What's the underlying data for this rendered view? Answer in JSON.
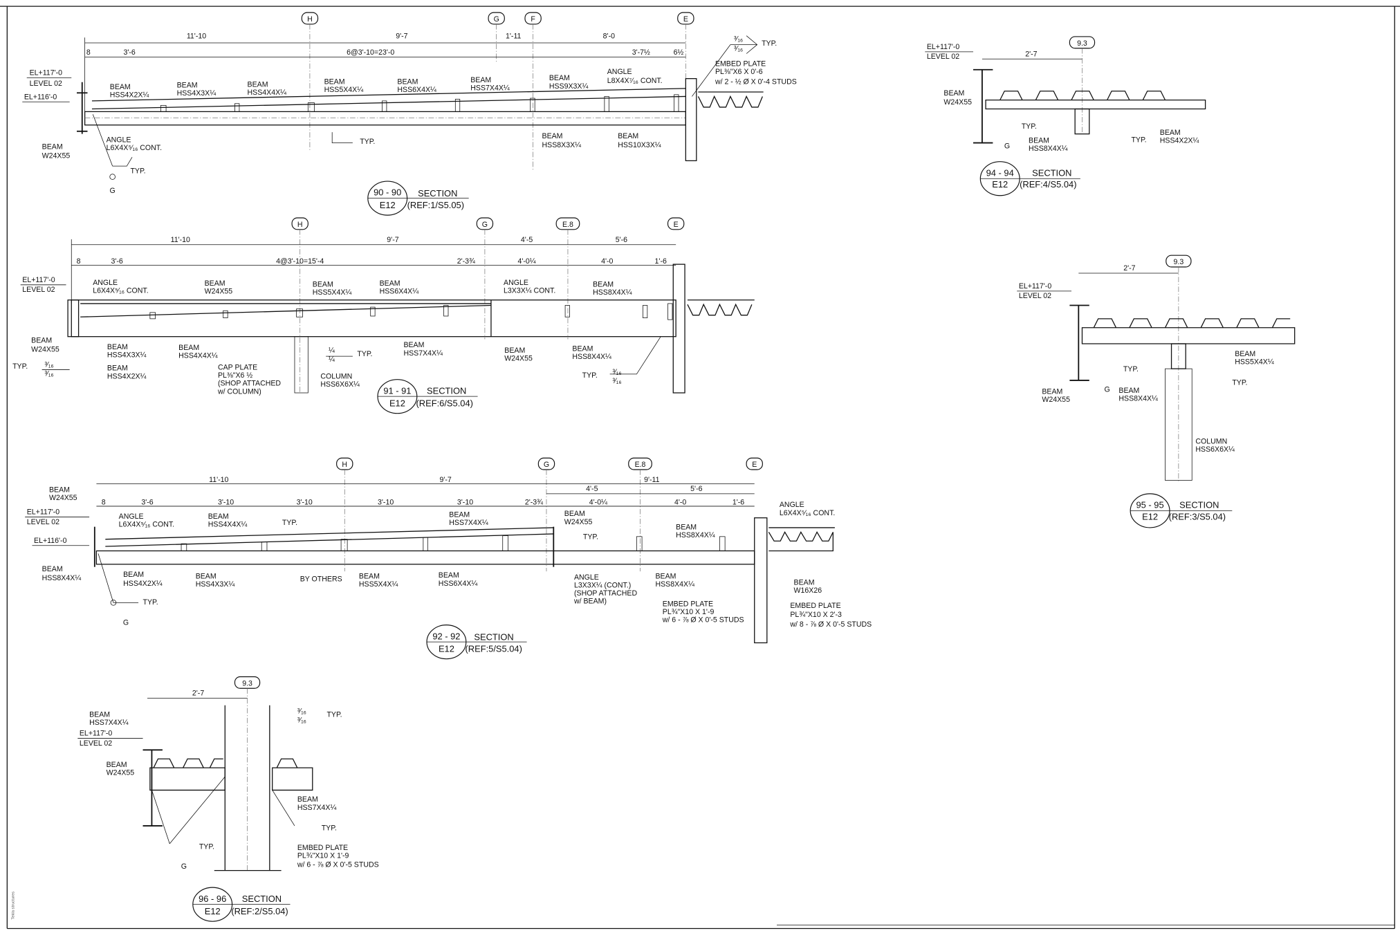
{
  "common": {
    "beam": "BEAM",
    "typ": "TYP.",
    "g": "G",
    "section": "SECTION",
    "level": "LEVEL 02",
    "el117": "EL+117'-0",
    "el116": "EL+116'-0",
    "w24": "W24X55",
    "angle": "ANGLE",
    "column": "COLUMN",
    "embed": "EMBED PLATE",
    "weld316": "³⁄₁₆",
    "weld14": "¼",
    "sheet": "E12",
    "watermark": "Tekla structures"
  },
  "s90": {
    "grids": [
      "H",
      "G",
      "F",
      "E"
    ],
    "dims1": [
      "11'-10",
      "9'-7",
      "1'-11",
      "8'-0"
    ],
    "dims2": [
      "8",
      "3'-6",
      "6@3'-10=23'-0",
      "3'-7½",
      "6½"
    ],
    "beams": [
      "HSS4X2X¼",
      "HSS4X3X¼",
      "HSS4X4X¼",
      "HSS5X4X¼",
      "HSS6X4X¼",
      "HSS7X4X¼",
      "HSS9X3X¼",
      "HSS8X3X¼",
      "HSS10X3X¼"
    ],
    "angle_top": "L8X4X⁷⁄₁₆ CONT.",
    "angle_bot": "L6X4X⁵⁄₁₆ CONT.",
    "embed1": "PL⅜\"X6 X 0'-6",
    "embed2": "w/ 2 - ½ Ø X 0'-4 STUDS",
    "id": "90 - 90",
    "ref": "(REF:1/S5.05)"
  },
  "s91": {
    "grids": [
      "H",
      "G",
      "E.8",
      "E"
    ],
    "dims1": [
      "11'-10",
      "9'-7",
      "4'-5",
      "5'-6"
    ],
    "dims2": [
      "8",
      "3'-6",
      "4@3'-10=15'-4",
      "2'-3¾",
      "4'-0¼",
      "4'-0",
      "1'-6"
    ],
    "angle1": "L6X4X⁵⁄₁₆ CONT.",
    "angle2": "L3X3X¼ CONT.",
    "beams": [
      "HSS5X4X¼",
      "HSS6X4X¼",
      "HSS8X4X¼",
      "HSS4X3X¼",
      "HSS4X2X¼",
      "HSS4X4X¼",
      "HSS7X4X¼",
      "HSS8X4X¼"
    ],
    "cap": [
      "CAP PLATE",
      "PL⅜\"X6 ½",
      "(SHOP ATTACHED",
      "w/ COLUMN)"
    ],
    "column": "HSS6X6X¼",
    "id": "91 - 91",
    "ref": "(REF:6/S5.04)"
  },
  "s92": {
    "grids": [
      "H",
      "G",
      "E.8",
      "E"
    ],
    "dims1": [
      "11'-10",
      "9'-7",
      "9'-11"
    ],
    "dims1b": [
      "4'-5",
      "5'-6"
    ],
    "dims2": [
      "8",
      "3'-6",
      "3'-10",
      "3'-10",
      "3'-10",
      "3'-10",
      "2'-3¾",
      "4'-0¼",
      "4'-0",
      "1'-6"
    ],
    "angle1": "L6X4X⁵⁄₁₆ CONT.",
    "angle2": "L6X4X⁵⁄₁₆ CONT.",
    "beams": [
      "HSS4X4X¼",
      "HSS7X4X¼",
      "HSS8X4X¼",
      "HSS8X4X¼",
      "HSS4X2X¼",
      "HSS4X3X¼",
      "HSS5X4X¼",
      "HSS6X4X¼",
      "HSS8X4X¼",
      "W16X26"
    ],
    "by_others": "BY OTHERS",
    "angle3": [
      "L3X3X¼ (CONT.)",
      "(SHOP ATTACHED",
      "w/ BEAM)"
    ],
    "embed_a": [
      "PL¾\"X10 X 1'-9",
      "w/ 6 - ⅞ Ø X 0'-5 STUDS"
    ],
    "embed_b": [
      "PL¾\"X10 X 2'-3",
      "w/ 8 - ⅞ Ø X 0'-5 STUDS"
    ],
    "id": "92 - 92",
    "ref": "(REF:5/S5.04)"
  },
  "s94": {
    "grid": "9.3",
    "dim": "2'-7",
    "beams": [
      "HSS8X4X¼",
      "HSS4X2X¼"
    ],
    "id": "94 - 94",
    "ref": "(REF:4/S5.04)"
  },
  "s95": {
    "grid": "9.3",
    "dim": "2'-7",
    "beams": [
      "HSS5X4X¼",
      "HSS8X4X¼"
    ],
    "column": "HSS6X6X¼",
    "id": "95 - 95",
    "ref": "(REF:3/S5.04)"
  },
  "s96": {
    "grid": "9.3",
    "dim": "2'-7",
    "beams": [
      "HSS7X4X¼",
      "HSS7X4X¼"
    ],
    "embed": [
      "PL¾\"X10 X 1'-9",
      "w/ 6 - ⅞ Ø X 0'-5 STUDS"
    ],
    "id": "96 - 96",
    "ref": "(REF:2/S5.04)"
  }
}
